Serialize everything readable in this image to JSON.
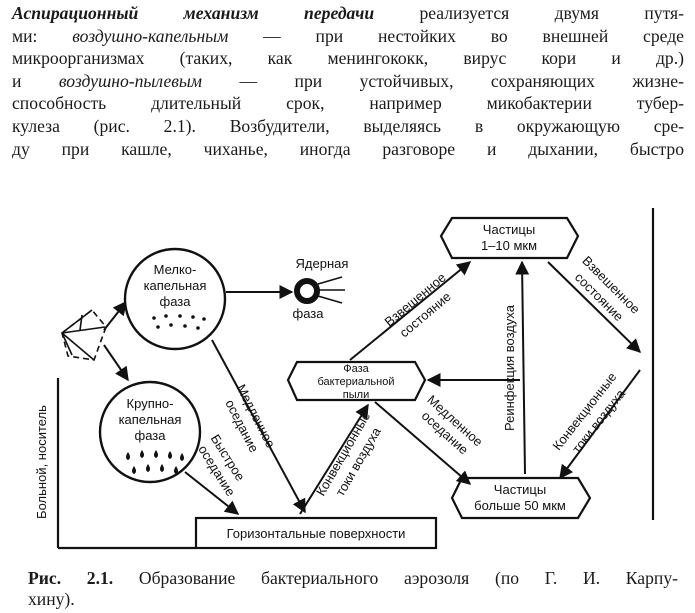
{
  "paragraph": {
    "term_bold": "Аспирационный механизм передачи",
    "line1_rest": " реализуется двумя путя-",
    "line2_a": "ми: ",
    "line2_term": "воздушно-капельным",
    "line2_rest": " — при нестойких во внешней среде",
    "line3": "микроорганизмах (таких, как менингококк, вирус кори и др.)",
    "line4_a": "и ",
    "line4_term": "воздушно-пылевым",
    "line4_rest": " — при устойчивых, сохраняющих жизне-",
    "line5": "способность длительный срок, например микобактерии тубер-",
    "line6": "кулеза (рис. 2.1). Возбудители, выделяясь в окружающую сре-",
    "line7": "ду при кашле, чиханье, иногда разговоре и дыхании, быстро"
  },
  "diagram": {
    "fine_phase": [
      "Мелко-",
      "капельная",
      "фаза"
    ],
    "coarse_phase": [
      "Крупно-",
      "капельная",
      "фаза"
    ],
    "nuclear_phase": [
      "Ядерная",
      "фаза"
    ],
    "particles_small": [
      "Частицы",
      "1–10 мкм"
    ],
    "particles_large": [
      "Частицы",
      "больше 50 мкм"
    ],
    "dust_phase": [
      "Фаза",
      "бактериальной",
      "пыли"
    ],
    "surfaces": "Горизонтальные поверхности",
    "patient": "Больной, носитель",
    "slow_settling": [
      "Медленное",
      "оседание"
    ],
    "slow_settling2": [
      "Медленное",
      "оседание"
    ],
    "fast_settling": [
      "Быстрое",
      "оседание"
    ],
    "convection_left": [
      "Конвекционные",
      "токи воздуха"
    ],
    "convection_right": [
      "Конвекционные",
      "токи воздуха"
    ],
    "suspended_left": [
      "Взвешенное",
      "состояние"
    ],
    "suspended_right": [
      "Взвешенное",
      "состояние"
    ],
    "reinfection": "Реинфекция воздуха"
  },
  "caption": {
    "label": "Рис. 2.1.",
    "line1_rest": " Образование бактериального аэрозоля (по Г. И. Карпу-",
    "line2": "хину)."
  }
}
